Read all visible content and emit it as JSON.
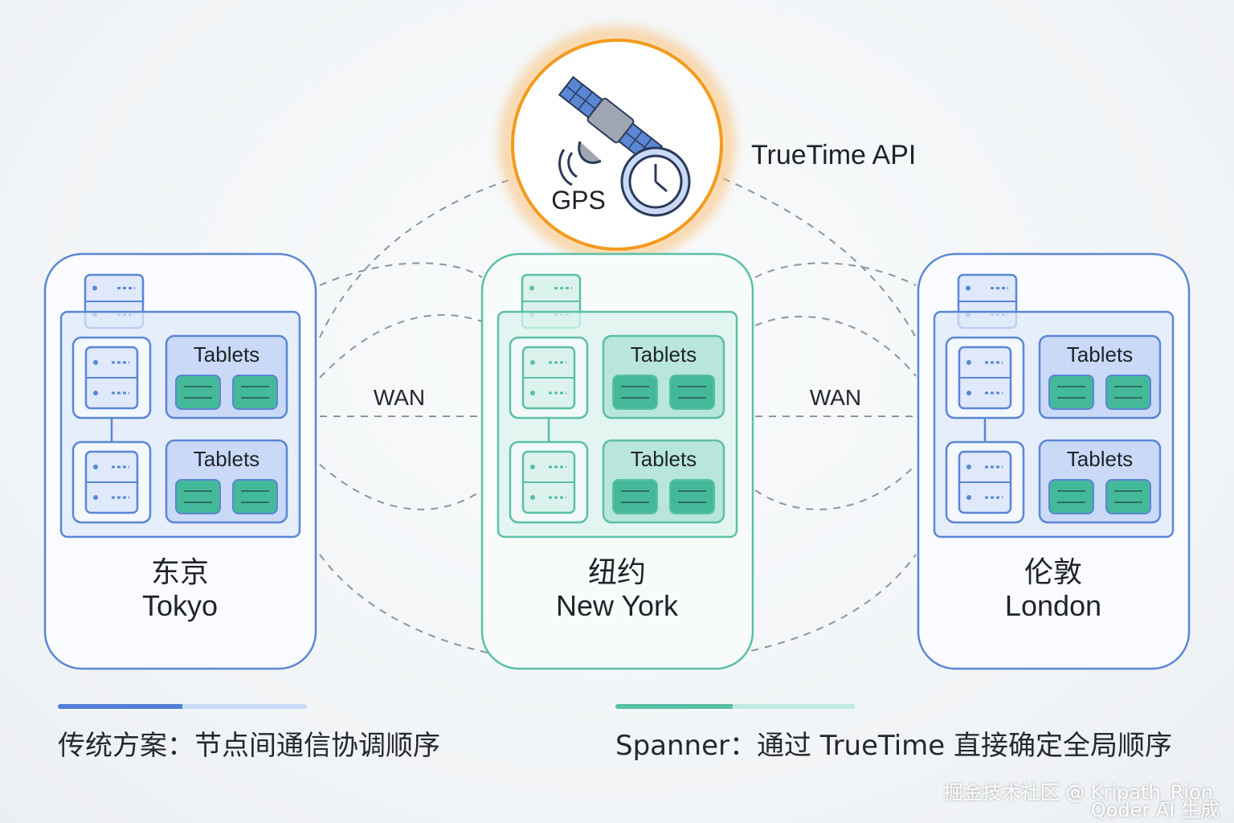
{
  "satellite": {
    "gps_label": "GPS",
    "api_label": "TrueTime API"
  },
  "links": {
    "wan_left": "WAN",
    "wan_right": "WAN"
  },
  "regions": [
    {
      "name_cn": "东京",
      "name_en": "Tokyo",
      "theme": "blue",
      "tablets": [
        "Tablets",
        "Tablets"
      ]
    },
    {
      "name_cn": "纽约",
      "name_en": "New York",
      "theme": "green",
      "tablets": [
        "Tablets",
        "Tablets"
      ]
    },
    {
      "name_cn": "伦敦",
      "name_en": "London",
      "theme": "blue",
      "tablets": [
        "Tablets",
        "Tablets"
      ]
    }
  ],
  "legend": {
    "traditional": "传统方案：节点间通信协调顺序",
    "spanner": "Spanner：通过 TrueTime 直接确定全局顺序"
  },
  "watermark": {
    "line1": "掘金技术社区 @ Kripath_Rion",
    "line2": "Qoder AI 生成"
  },
  "colors": {
    "blue_border": "#5b86d4",
    "blue_fill": "#dfe9fb",
    "blue_tablet": "#c9d9f7",
    "green_border": "#5bbfa7",
    "green_fill": "#dcf3ed",
    "green_tablet": "#b8e6da",
    "chip": "#43b99a",
    "gps_glow": "#f39a1e"
  }
}
